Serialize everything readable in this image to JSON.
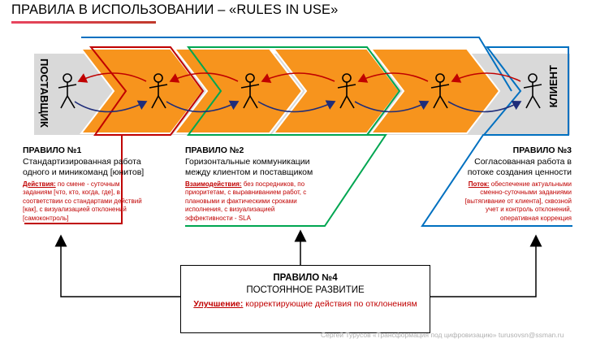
{
  "title": "ПРАВИЛА В ИСПОЛЬЗОВАНИИ – «RULES IN USE»",
  "supplier_label": "ПОСТАВЩИК",
  "client_label": "КЛИЕНТ",
  "colors": {
    "chevron_fill": "#f7941d",
    "rule1": "#c00000",
    "rule2": "#00a651",
    "rule3": "#0070c0",
    "arrow_forward": "#1f2d7a",
    "arrow_back": "#c00000",
    "band": "#d9d9d9"
  },
  "rule1": {
    "head": "ПРАВИЛО №1",
    "sub1": "Стандартизированная работа",
    "sub2": "одного и миникоманд [юнитов]",
    "detail_label": "Действия:",
    "detail_text": " по смене - суточным заданиям [что, кто, когда, где], в соответствии со стандартами действий [как], с визуализацией отклонений [самоконтроль]"
  },
  "rule2": {
    "head": "ПРАВИЛО №2",
    "sub1": "Горизонтальные коммуникации",
    "sub2": "между клиентом и поставщиком",
    "detail_label": "Взаимодействия:",
    "detail_text": " без посредников, по приоритетам, с выравниванием работ, с плановыми и фактическими сроками исполнения, с визуализацией эффективности - SLA"
  },
  "rule3": {
    "head": "ПРАВИЛО №3",
    "sub1": "Согласованная работа в",
    "sub2": "потоке создания ценности",
    "detail_label": "Поток:",
    "detail_text": " обеспечение актуальными сменно-суточными заданиями [вытягивание от клиента], сквозной учет и контроль отклонений, оперативная коррекция"
  },
  "rule4": {
    "head": "ПРАВИЛО №4",
    "sub": "ПОСТОЯННОЕ РАЗВИТИЕ",
    "detail_label": "Улучшение:",
    "detail_text": " корректирующие действия по отклонениям"
  },
  "footer": "Сергей Турусов «Трансформация под цифровизацию» turusovsn@ssman.ru"
}
